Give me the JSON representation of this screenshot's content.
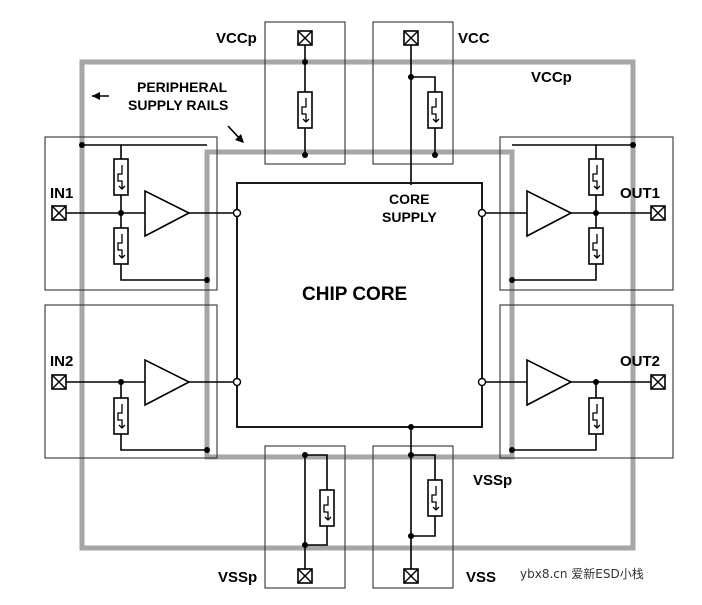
{
  "labels": {
    "vccp_top": "VCCp",
    "vcc_top": "VCC",
    "vccp_right": "VCCp",
    "peripheral_line1": "PERIPHERAL",
    "peripheral_line2": "SUPPLY RAILS",
    "core_supply_line1": "CORE",
    "core_supply_line2": "SUPPLY",
    "chip_core": "CHIP CORE",
    "in1": "IN1",
    "in2": "IN2",
    "out1": "OUT1",
    "out2": "OUT2",
    "vssp_right": "VSSp",
    "vssp_bottom": "VSSp",
    "vss_bottom": "VSS"
  },
  "watermark": {
    "text": "ybx8.cn 爱新ESD小栈"
  },
  "colors": {
    "wire": "#000000",
    "rail": "#a6a6a6",
    "cell_border": "#333333"
  }
}
